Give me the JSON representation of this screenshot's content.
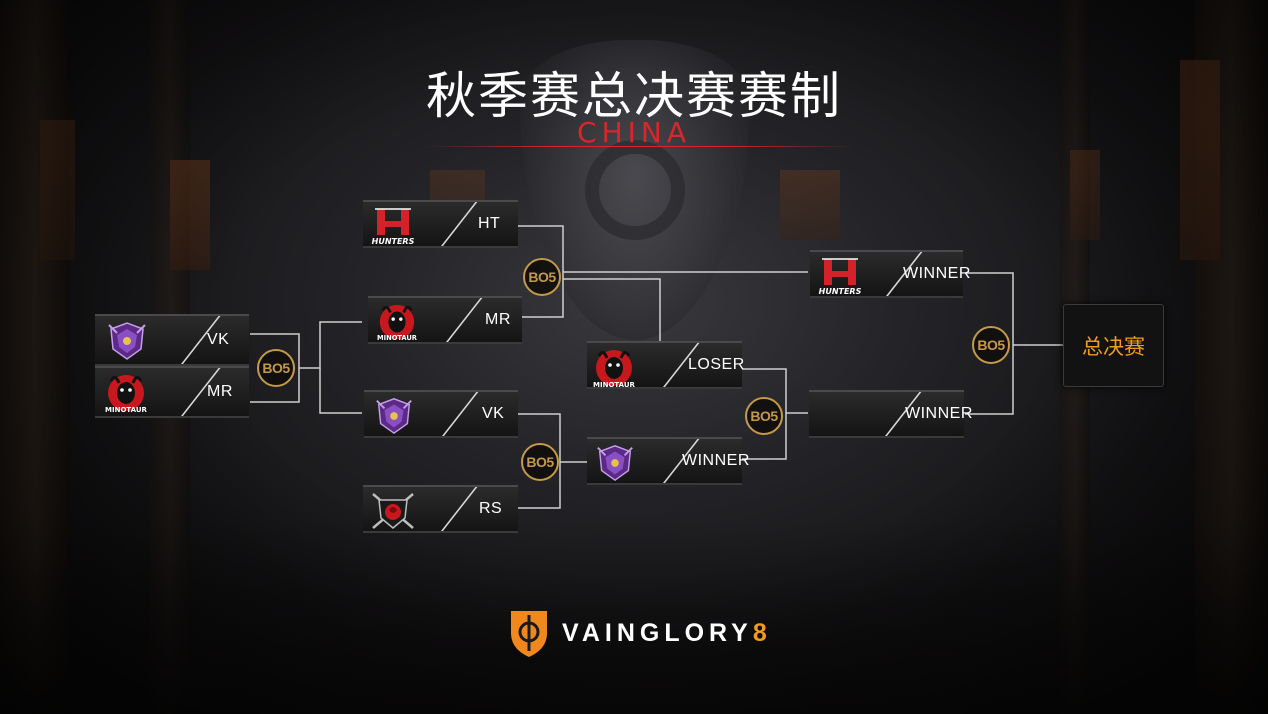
{
  "header": {
    "title": "秋季赛总决赛赛制",
    "subtitle": "CHINA"
  },
  "colors": {
    "accent_red": "#d8262b",
    "gold": "#c49a46",
    "final_orange": "#f39a1e"
  },
  "seed_match": {
    "top": {
      "name": "VK",
      "logo": "vk-dragon-icon"
    },
    "bottom": {
      "name": "MR",
      "logo": "minotaur-icon",
      "logo_text": "MINOTAUR"
    },
    "format": "BO5"
  },
  "round1": {
    "upper_top": {
      "name": "HT",
      "logo": "hunters-icon",
      "logo_text": "HUNTERS"
    },
    "upper_bottom": {
      "name": "MR",
      "logo": "minotaur-icon",
      "logo_text": "MINOTAUR"
    },
    "upper_format": "BO5",
    "lower_top": {
      "name": "VK",
      "logo": "vk-dragon-icon"
    },
    "lower_bottom": {
      "name": "RS",
      "logo": "rs-rose-icon"
    },
    "lower_format": "BO5"
  },
  "round2": {
    "winner_upper": {
      "name": "WINNER",
      "logo": "hunters-icon",
      "logo_text": "HUNTERS"
    },
    "loser_upper": {
      "name": "LOSER",
      "logo": "minotaur-icon",
      "logo_text": "MINOTAUR"
    },
    "winner_lower": {
      "name": "WINNER",
      "logo": "vk-dragon-icon"
    },
    "lower_format": "BO5"
  },
  "round3": {
    "winner_lower_final": {
      "name": "WINNER"
    },
    "final_format": "BO5"
  },
  "final": {
    "label": "总决赛"
  },
  "footer": {
    "brand": "VAINGLORY",
    "brand_num": "8",
    "logo": "vainglory-shield-icon"
  }
}
